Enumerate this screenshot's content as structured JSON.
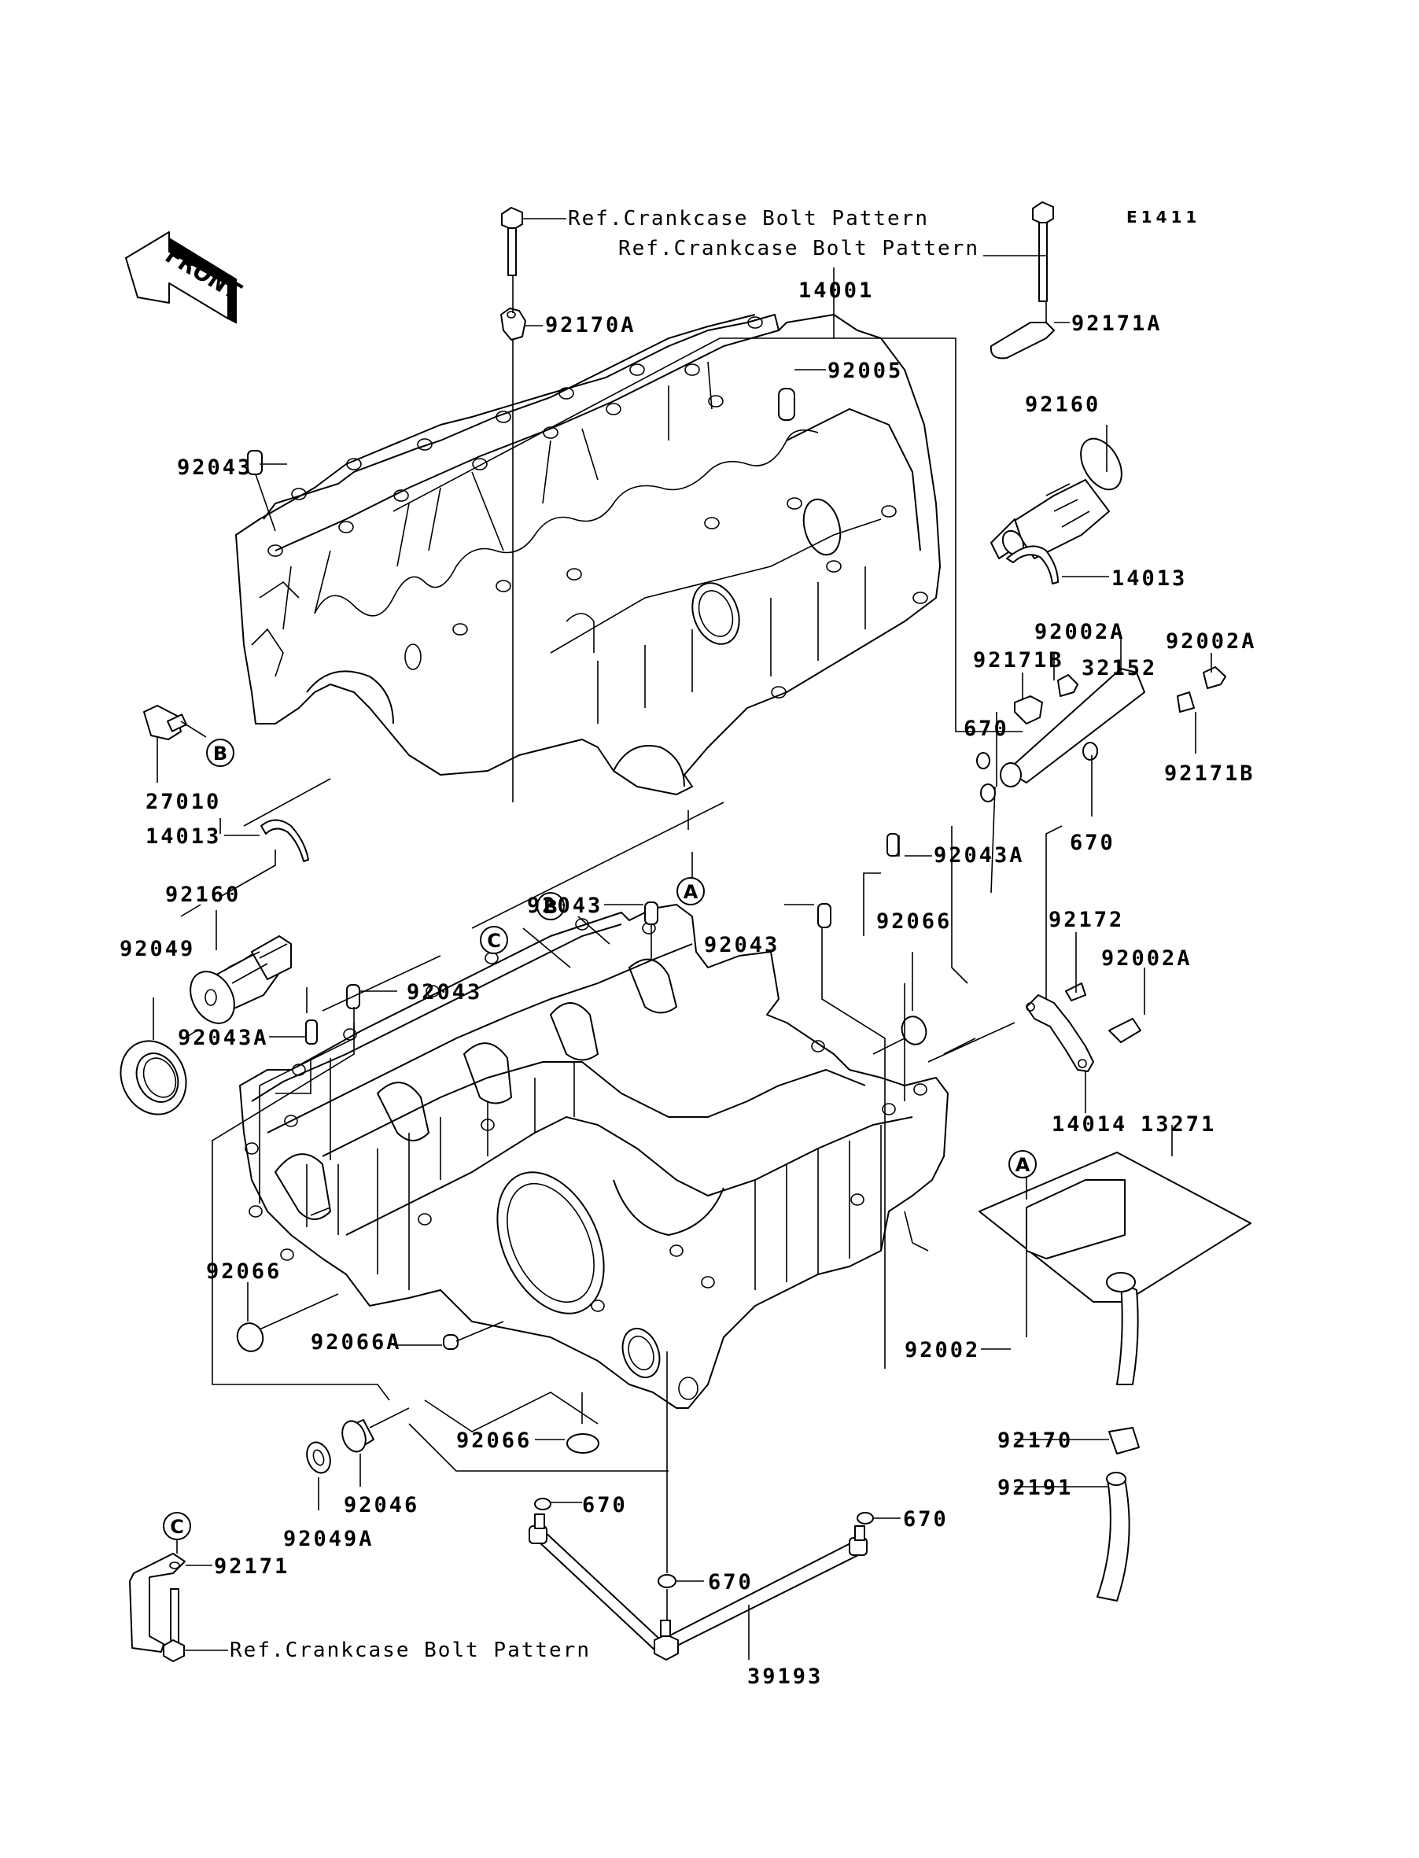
{
  "diagram": {
    "code": "E1411",
    "front_label": "FRONT",
    "ref_label": "Ref.Crankcase Bolt Pattern",
    "callouts": {
      "A": "A",
      "B": "B",
      "C": "C"
    },
    "parts": {
      "p14001": "14001",
      "p92005": "92005",
      "p92170A": "92170A",
      "p92171A": "92171A",
      "p92160_upper": "92160",
      "p14013_upper": "14013",
      "p92043_upper_left": "92043",
      "p92002A_1": "92002A",
      "p92002A_2": "92002A",
      "p92171B_1": "92171B",
      "p92171B_2": "92171B",
      "p32152": "32152",
      "p670_a": "670",
      "p670_b": "670",
      "p92043A_right": "92043A",
      "p27010": "27010",
      "p14013_lower": "14013",
      "p92160_lower": "92160",
      "p92049": "92049",
      "p92043A_left": "92043A",
      "p92043_mid_left": "92043",
      "p92043_top_center": "92043",
      "p92043_top_right": "92043",
      "p92066_right": "92066",
      "p92172": "92172",
      "p92002A_3": "92002A",
      "p14014": "14014",
      "p13271": "13271",
      "p92066_left": "92066",
      "p92066A": "92066A",
      "p92066_bottom": "92066",
      "p92002": "92002",
      "p92170": "92170",
      "p92191": "92191",
      "p92049A": "92049A",
      "p92046": "92046",
      "p92171": "92171",
      "p670_c": "670",
      "p670_d": "670",
      "p670_e": "670",
      "p39193": "39193"
    }
  }
}
